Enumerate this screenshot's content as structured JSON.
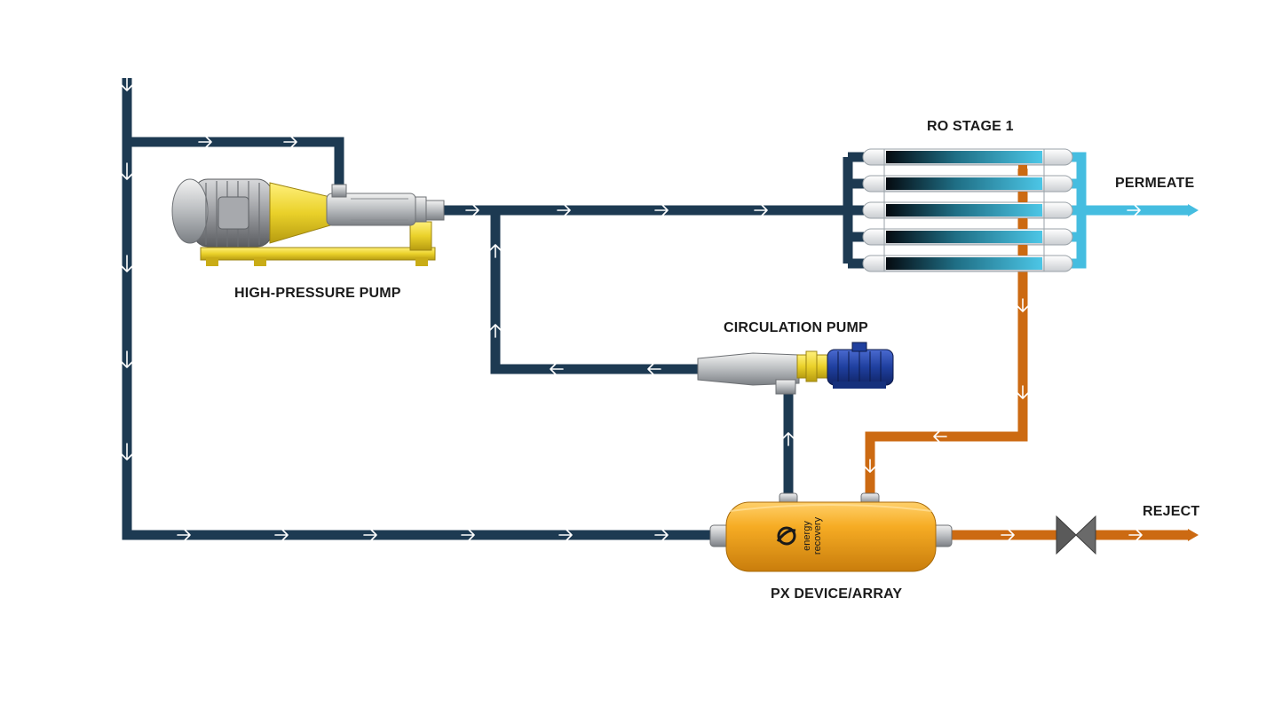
{
  "labels": {
    "ro_stage": "RO STAGE 1",
    "permeate": "PERMEATE",
    "high_pressure_pump": "HIGH-PRESSURE PUMP",
    "circulation_pump": "CIRCULATION PUMP",
    "reject": "REJECT",
    "px_device": "PX DEVICE/ARRAY"
  },
  "logo_text": [
    "energy",
    "recovery"
  ],
  "colors": {
    "low_pressure_pipe": "#1d3a52",
    "concentrate_pipe": "#cc6a12",
    "permeate_pipe": "#45bde0",
    "hp_pump_body": "#ead12a",
    "circ_motor": "#1f3f9e",
    "px_vessel": "#f3a822",
    "valve": "#5a5a5a"
  },
  "icons": [
    "flow-arrow-icon",
    "valve-icon",
    "energy-recovery-logo-icon"
  ]
}
